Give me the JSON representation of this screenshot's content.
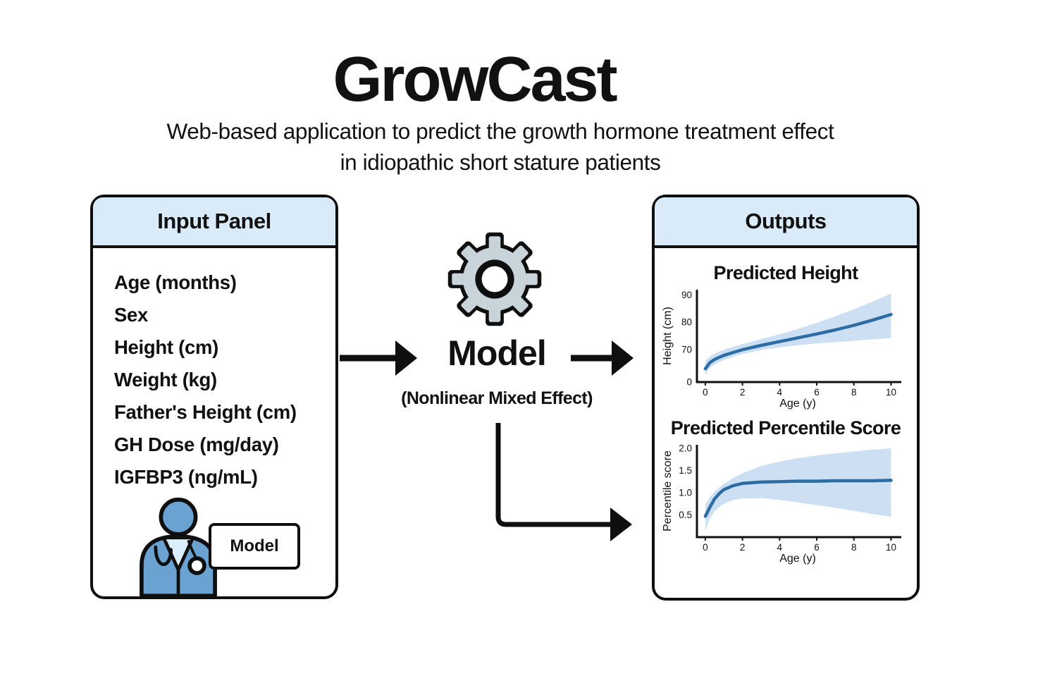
{
  "header": {
    "title": "GrowCast",
    "subtitle_line1": "Web-based application to predict the growth hormone treatment effect",
    "subtitle_line2": "in idiopathic short stature patients"
  },
  "input_panel": {
    "title": "Input Panel",
    "fields": [
      "Age (months)",
      "Sex",
      "Height (cm)",
      "Weight (kg)",
      "Father's Height (cm)",
      "GH Dose (mg/day)",
      "IGFBP3 (ng/mL)"
    ],
    "model_chip_label": "Model"
  },
  "model": {
    "label": "Model",
    "sublabel": "(Nonlinear Mixed Effect)"
  },
  "outputs_panel": {
    "title": "Outputs"
  },
  "icons": {
    "clinician": "doctor-icon",
    "model": "gear-icon"
  },
  "colors": {
    "panel_header_blue": "#d9eaf9",
    "line_blue": "#2e6da4",
    "band_blue": "#ccdff3",
    "gear_gray": "#c9d4da",
    "doctor_blue": "#6aa2d2",
    "doctor_collar_blue": "#dceefb",
    "outline_black": "#0f0f0f"
  },
  "chart_data": [
    {
      "type": "line",
      "title": "Predicted Height",
      "xlabel": "Age (y)",
      "ylabel": "Height (cm)",
      "legend": "none",
      "grid": false,
      "x": [
        0,
        0.25,
        0.5,
        0.75,
        1,
        1.5,
        2,
        3,
        4,
        5,
        6,
        7,
        8,
        9,
        10
      ],
      "series": [
        {
          "name": "predicted height",
          "values": [
            62.9,
            65.2,
            66.3,
            67.1,
            67.8,
            68.9,
            69.9,
            71.5,
            72.9,
            74.3,
            75.7,
            77.2,
            78.9,
            80.8,
            82.9
          ]
        }
      ],
      "band": {
        "name": "confidence interval",
        "lower": [
          60.6,
          63.2,
          64.5,
          65.4,
          66.1,
          67.3,
          68.3,
          69.8,
          70.8,
          71.6,
          72.2,
          72.7,
          73.2,
          73.7,
          74.2
        ],
        "upper": [
          65.8,
          67.4,
          68.4,
          69.2,
          69.9,
          71.0,
          72.0,
          73.8,
          75.6,
          77.6,
          79.8,
          82.2,
          84.8,
          87.6,
          90.6
        ]
      },
      "xlim": [
        -0.45,
        10.4
      ],
      "ylim": [
        58,
        92
      ],
      "xticks": [
        0,
        2,
        4,
        6,
        8,
        10
      ],
      "yticks": [
        {
          "label": "0",
          "at": 58
        },
        {
          "label": "70",
          "at": 70
        },
        {
          "label": "80",
          "at": 80
        },
        {
          "label": "90",
          "at": 90
        }
      ],
      "y_axis_break": true,
      "line_color": "#2e6da4",
      "band_color": "#ccdff3"
    },
    {
      "type": "line",
      "title": "Predicted Percentile Score",
      "xlabel": "Age (y)",
      "ylabel": "Percentile score",
      "legend": "none",
      "grid": false,
      "x": [
        0,
        0.25,
        0.5,
        0.75,
        1,
        1.5,
        2,
        3,
        4,
        5,
        6,
        7,
        8,
        9,
        10
      ],
      "series": [
        {
          "name": "predicted percentile score",
          "values": [
            0.47,
            0.68,
            0.86,
            0.98,
            1.07,
            1.16,
            1.21,
            1.24,
            1.25,
            1.26,
            1.26,
            1.27,
            1.27,
            1.27,
            1.28
          ]
        }
      ],
      "band": {
        "name": "confidence interval",
        "lower": [
          0.15,
          0.42,
          0.58,
          0.68,
          0.75,
          0.84,
          0.87,
          0.88,
          0.84,
          0.78,
          0.72,
          0.66,
          0.59,
          0.52,
          0.46
        ],
        "upper": [
          0.74,
          0.9,
          1.02,
          1.12,
          1.2,
          1.33,
          1.44,
          1.6,
          1.7,
          1.78,
          1.84,
          1.89,
          1.93,
          1.97,
          2.0
        ]
      },
      "xlim": [
        -0.45,
        10.4
      ],
      "ylim": [
        0,
        2.08
      ],
      "xticks": [
        0,
        2,
        4,
        6,
        8,
        10
      ],
      "yticks": [
        {
          "label": "0.5",
          "at": 0.5
        },
        {
          "label": "1.0",
          "at": 1.0
        },
        {
          "label": "1.5",
          "at": 1.5
        },
        {
          "label": "2.0",
          "at": 2.0
        }
      ],
      "line_color": "#2e6da4",
      "band_color": "#ccdff3"
    }
  ]
}
